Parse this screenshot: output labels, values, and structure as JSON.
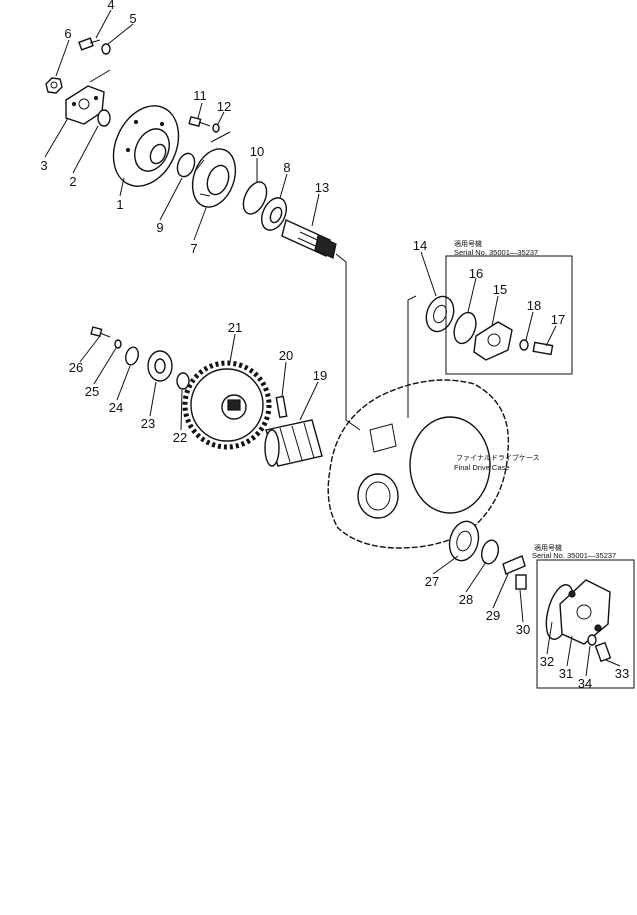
{
  "labels": {
    "p1": "1",
    "p2": "2",
    "p3": "3",
    "p4": "4",
    "p5": "5",
    "p6": "6",
    "p7": "7",
    "p8": "8",
    "p9": "9",
    "p10": "10",
    "p11": "11",
    "p12": "12",
    "p13": "13",
    "p14": "14",
    "p15": "15",
    "p16": "16",
    "p17": "17",
    "p18": "18",
    "p19": "19",
    "p20": "20",
    "p21": "21",
    "p22": "22",
    "p23": "23",
    "p24": "24",
    "p25": "25",
    "p26": "26",
    "p27": "27",
    "p28": "28",
    "p29": "29",
    "p30": "30",
    "p31": "31",
    "p32": "32",
    "p33": "33",
    "p34": "34"
  },
  "notes": {
    "upper_jp": "適用号機",
    "upper_serial": "Serial No. 35001—35237",
    "lower_jp": "適用号機",
    "lower_serial": "Serial No. 35001—35237",
    "case_jp": "ファイナルドライブケース",
    "case_en": "Final Drive Case"
  }
}
